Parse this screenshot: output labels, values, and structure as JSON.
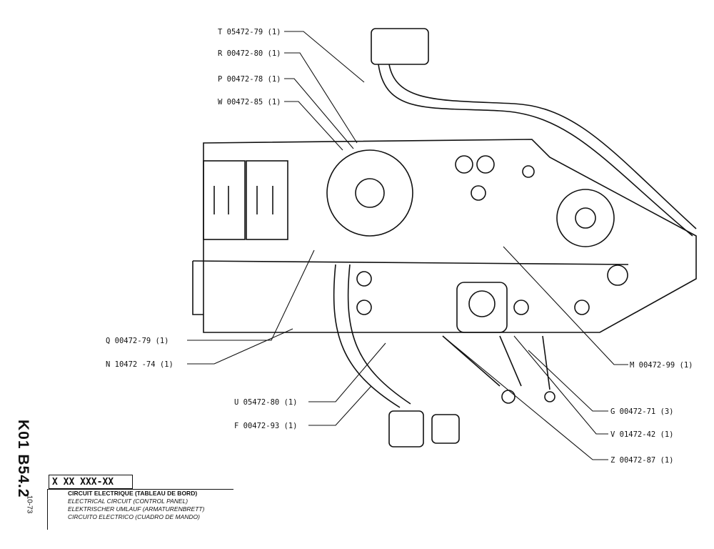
{
  "diagram": {
    "labels": [
      {
        "id": "T",
        "text": "T 05472-79 (1)"
      },
      {
        "id": "R",
        "text": "R 00472-80 (1)"
      },
      {
        "id": "P",
        "text": "P 00472-78 (1)"
      },
      {
        "id": "W",
        "text": "W 00472-85 (1)"
      },
      {
        "id": "Q",
        "text": "Q 00472-79 (1)"
      },
      {
        "id": "N",
        "text": "N 10472 -74 (1)"
      },
      {
        "id": "U",
        "text": "U 05472-80 (1)"
      },
      {
        "id": "F",
        "text": "F 00472-93 (1)"
      },
      {
        "id": "M",
        "text": "M 00472-99 (1)"
      },
      {
        "id": "G",
        "text": "G 00472-71 (3)"
      },
      {
        "id": "V",
        "text": "V 01472-42 (1)"
      },
      {
        "id": "Z",
        "text": "Z 00472-87 (1)"
      }
    ]
  },
  "sheet": {
    "code": "K01 B54.2",
    "date": "10-73",
    "serial": "X XX XXX-XX",
    "titles": [
      "CIRCUIT ELECTRIQUE (TABLEAU DE BORD)",
      "ELECTRICAL CIRCUIT (CONTROL PANEL)",
      "ELEKTRISCHER UMLAUF (ARMATURENBRETT)",
      "CIRCUITO ELECTRICO (CUADRO DE MANDO)"
    ]
  }
}
